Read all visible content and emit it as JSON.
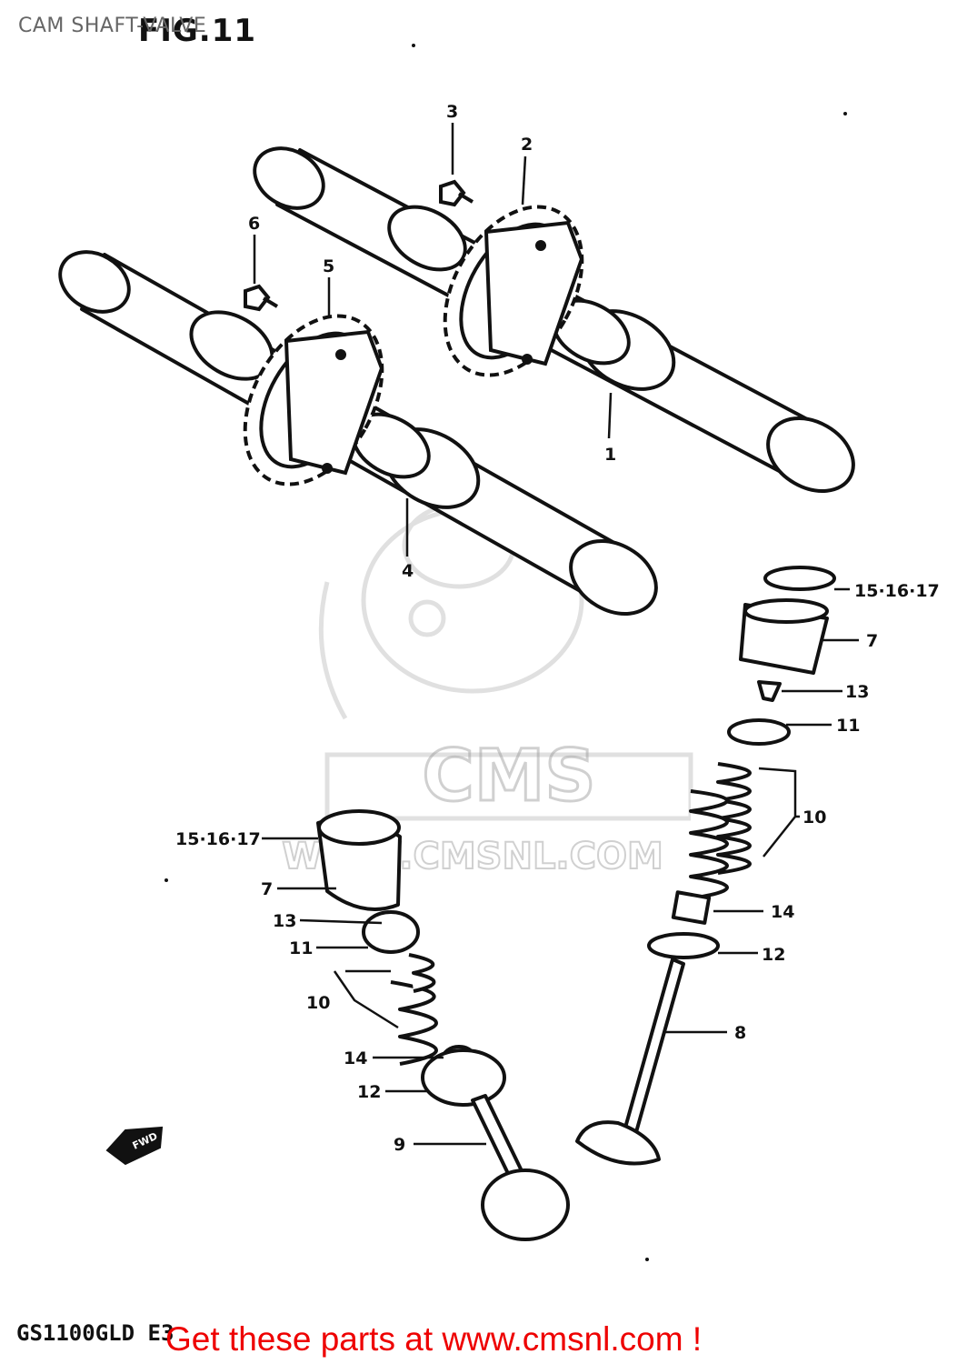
{
  "header": {
    "caption": "CAM SHAFT-VALVE",
    "fig_title": "FIG.11"
  },
  "watermark": {
    "brand": "CMS",
    "url": "WWW.CMSNL.COM"
  },
  "direction_marker": "FWD",
  "callouts": [
    {
      "id": "c1",
      "text": "1"
    },
    {
      "id": "c2",
      "text": "2"
    },
    {
      "id": "c3",
      "text": "3"
    },
    {
      "id": "c4",
      "text": "4"
    },
    {
      "id": "c5",
      "text": "5"
    },
    {
      "id": "c6",
      "text": "6"
    },
    {
      "id": "c7r",
      "text": "7"
    },
    {
      "id": "c7l",
      "text": "7"
    },
    {
      "id": "c8",
      "text": "8"
    },
    {
      "id": "c9",
      "text": "9"
    },
    {
      "id": "c10r",
      "text": "10"
    },
    {
      "id": "c10l",
      "text": "10"
    },
    {
      "id": "c11r",
      "text": "11"
    },
    {
      "id": "c11l",
      "text": "11"
    },
    {
      "id": "c12r",
      "text": "12"
    },
    {
      "id": "c12l",
      "text": "12"
    },
    {
      "id": "c13r",
      "text": "13"
    },
    {
      "id": "c13l",
      "text": "13"
    },
    {
      "id": "c14r",
      "text": "14"
    },
    {
      "id": "c14l",
      "text": "14"
    },
    {
      "id": "c15r",
      "text": "15·16·17"
    },
    {
      "id": "c15l",
      "text": "15·16·17"
    }
  ],
  "footer": {
    "model_code": "GS1100GLD E3",
    "link_text": "Get these parts at www.cmsnl.com !"
  }
}
